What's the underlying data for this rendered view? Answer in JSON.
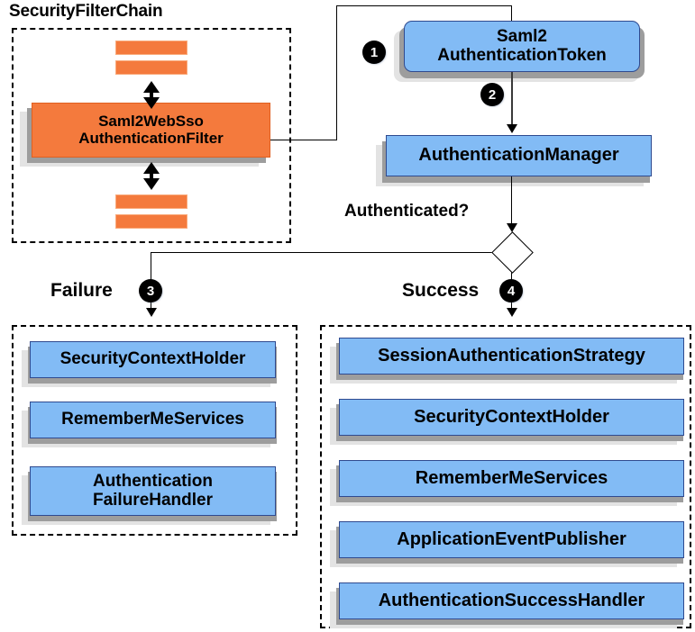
{
  "diagram": {
    "title": "Spring Security SAML2 Web SSO authentication flow",
    "colors": {
      "node_blue": "#82bbf5",
      "node_blue_border": "#2f4a8f",
      "filter_orange": "#f47a3d",
      "filter_orange_border": "#e06020",
      "bar_highlight": "#f9ab7d",
      "shadow_dark": "#9d9d9d",
      "shadow_light": "#e3e3e3",
      "line": "#000000",
      "badge_fill": "#000000",
      "badge_text": "#ffffff",
      "background": "#ffffff"
    }
  },
  "filter_chain": {
    "label": "SecurityFilterChain",
    "filter_box": {
      "line1": "Saml2WebSso",
      "line2": "AuthenticationFilter"
    },
    "bars": [
      "filter-bar-1",
      "filter-bar-2",
      "filter-bar-3",
      "filter-bar-4"
    ],
    "connectors": [
      "double-arrow-above-filter",
      "double-arrow-below-filter"
    ]
  },
  "flow": {
    "token": {
      "line1": "Saml2",
      "line2": "AuthenticationToken"
    },
    "manager": {
      "label": "AuthenticationManager"
    },
    "decision": {
      "label": "Authenticated?"
    },
    "steps": [
      {
        "number": "1",
        "name": "step-1-badge"
      },
      {
        "number": "2",
        "name": "step-2-badge"
      },
      {
        "number": "3",
        "name": "step-3-badge"
      },
      {
        "number": "4",
        "name": "step-4-badge"
      }
    ]
  },
  "failure_branch": {
    "label": "Failure",
    "step": "3",
    "items": [
      {
        "line1": "SecurityContextHolder",
        "line2": ""
      },
      {
        "line1": "RememberMeServices",
        "line2": ""
      },
      {
        "line1": "Authentication",
        "line2": "FailureHandler"
      }
    ]
  },
  "success_branch": {
    "label": "Success",
    "step": "4",
    "items": [
      {
        "line1": "SessionAuthenticationStrategy",
        "line2": ""
      },
      {
        "line1": "SecurityContextHolder",
        "line2": ""
      },
      {
        "line1": "RememberMeServices",
        "line2": ""
      },
      {
        "line1": "ApplicationEventPublisher",
        "line2": ""
      },
      {
        "line1": "AuthenticationSuccessHandler",
        "line2": ""
      }
    ]
  }
}
